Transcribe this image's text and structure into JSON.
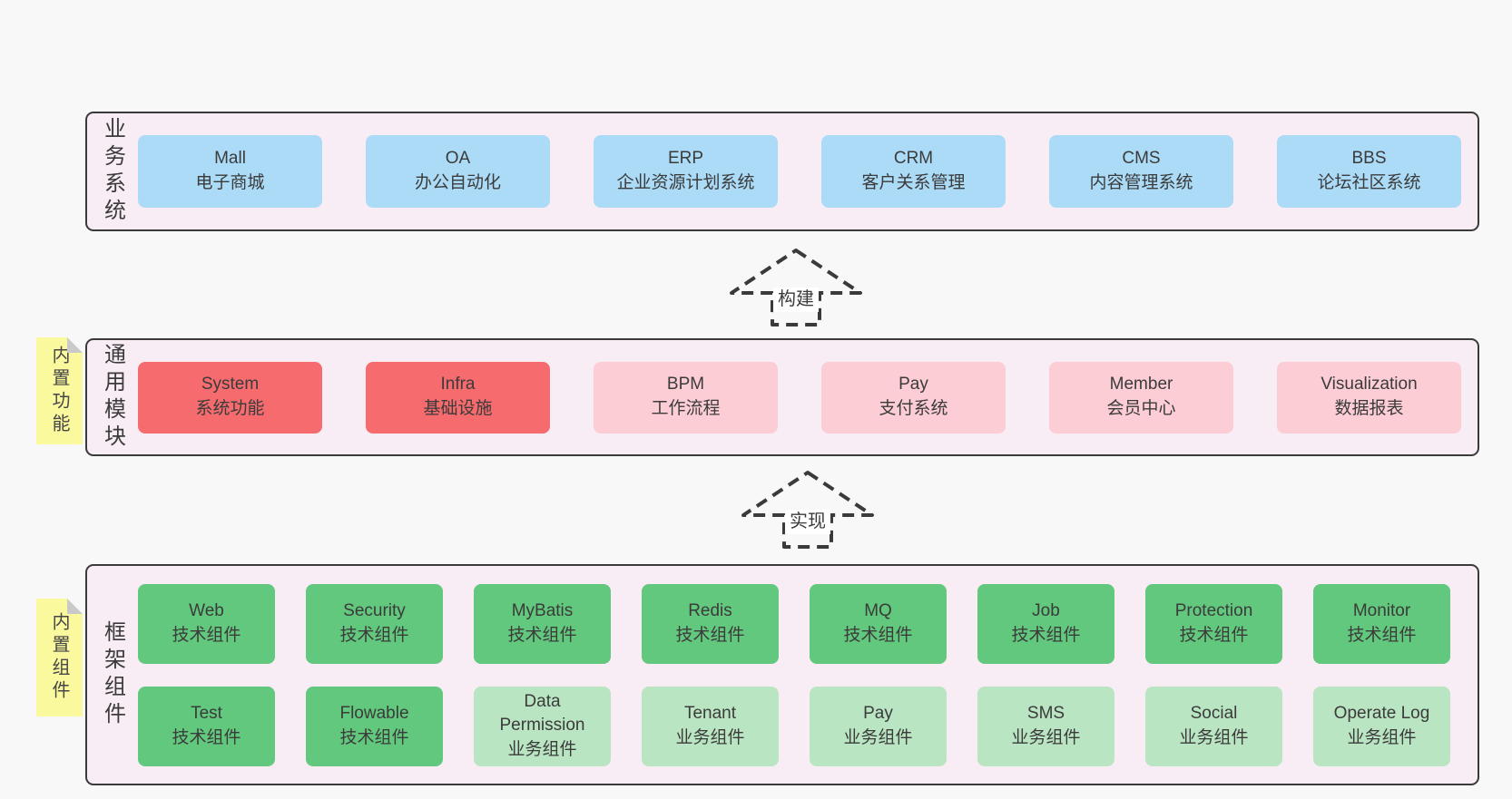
{
  "arrows": [
    {
      "label": "构建"
    },
    {
      "label": "实现"
    }
  ],
  "layers": [
    {
      "id": "business-systems",
      "label": "业务系统",
      "boxes": [
        {
          "name": "Mall",
          "subtitle": "电子商城",
          "variant": "blue"
        },
        {
          "name": "OA",
          "subtitle": "办公自动化",
          "variant": "blue"
        },
        {
          "name": "ERP",
          "subtitle": "企业资源计划系统",
          "variant": "blue"
        },
        {
          "name": "CRM",
          "subtitle": "客户关系管理",
          "variant": "blue"
        },
        {
          "name": "CMS",
          "subtitle": "内容管理系统",
          "variant": "blue"
        },
        {
          "name": "BBS",
          "subtitle": "论坛社区系统",
          "variant": "blue"
        }
      ]
    },
    {
      "id": "common-modules",
      "label": "通用模块",
      "note": "内置功能",
      "boxes": [
        {
          "name": "System",
          "subtitle": "系统功能",
          "variant": "red"
        },
        {
          "name": "Infra",
          "subtitle": "基础设施",
          "variant": "red"
        },
        {
          "name": "BPM",
          "subtitle": "工作流程",
          "variant": "pink"
        },
        {
          "name": "Pay",
          "subtitle": "支付系统",
          "variant": "pink"
        },
        {
          "name": "Member",
          "subtitle": "会员中心",
          "variant": "pink"
        },
        {
          "name": "Visualization",
          "subtitle": "数据报表",
          "variant": "pink"
        }
      ]
    },
    {
      "id": "framework-components",
      "label": "框架组件",
      "note": "内置组件",
      "rows": [
        [
          {
            "name": "Web",
            "subtitle": "技术组件",
            "variant": "green"
          },
          {
            "name": "Security",
            "subtitle": "技术组件",
            "variant": "green"
          },
          {
            "name": "MyBatis",
            "subtitle": "技术组件",
            "variant": "green"
          },
          {
            "name": "Redis",
            "subtitle": "技术组件",
            "variant": "green"
          },
          {
            "name": "MQ",
            "subtitle": "技术组件",
            "variant": "green"
          },
          {
            "name": "Job",
            "subtitle": "技术组件",
            "variant": "green"
          },
          {
            "name": "Protection",
            "subtitle": "技术组件",
            "variant": "green"
          },
          {
            "name": "Monitor",
            "subtitle": "技术组件",
            "variant": "green"
          }
        ],
        [
          {
            "name": "Test",
            "subtitle": "技术组件",
            "variant": "green"
          },
          {
            "name": "Flowable",
            "subtitle": "技术组件",
            "variant": "green"
          },
          {
            "name": "Data Permission",
            "subtitle": "业务组件",
            "variant": "light_green"
          },
          {
            "name": "Tenant",
            "subtitle": "业务组件",
            "variant": "light_green"
          },
          {
            "name": "Pay",
            "subtitle": "业务组件",
            "variant": "light_green"
          },
          {
            "name": "SMS",
            "subtitle": "业务组件",
            "variant": "light_green"
          },
          {
            "name": "Social",
            "subtitle": "业务组件",
            "variant": "light_green"
          },
          {
            "name": "Operate Log",
            "subtitle": "业务组件",
            "variant": "light_green"
          }
        ]
      ]
    }
  ],
  "colors": {
    "page_bg": "#f8f8f8",
    "panel_bg": "#f8edf5",
    "panel_border": "#3a3a3a",
    "text": "#3b3b3b",
    "blue": "#abdbf6",
    "red": "#f56b6e",
    "pink": "#fccdd5",
    "green": "#62c87d",
    "light_green": "#bae5c2",
    "note_yellow": "#fbf99e",
    "note_fold": "#c9c9ca",
    "arrow": "#3a3a3a",
    "arrow_label_bg": "#ffffff"
  }
}
